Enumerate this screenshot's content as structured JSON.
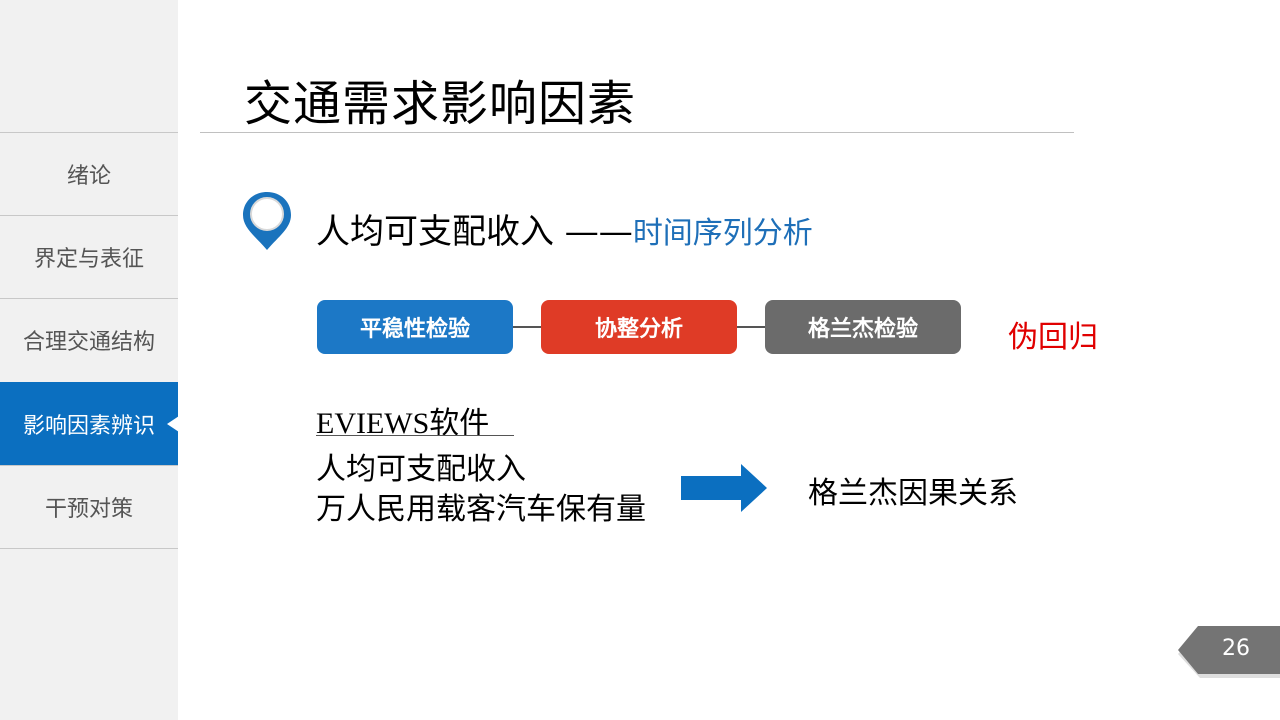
{
  "sidebar": {
    "items": [
      {
        "label": "绪论",
        "active": false
      },
      {
        "label": "界定与表征",
        "active": false
      },
      {
        "label": "合理交通结构",
        "active": false
      },
      {
        "label": "影响因素辨识",
        "active": true
      },
      {
        "label": "干预对策",
        "active": false
      }
    ]
  },
  "slide": {
    "title": "交通需求影响因素",
    "subtitle_main": "人均可支配收入 ——",
    "subtitle_accent": "时间序列分析",
    "steps": [
      {
        "label": "平稳性检验",
        "color": "#1c78c6"
      },
      {
        "label": "协整分析",
        "color": "#df3b26"
      },
      {
        "label": "格兰杰检验",
        "color": "#6b6b6b"
      }
    ],
    "warning": "伪回归",
    "warning_color": "#e00000",
    "software": "EVIEWS软件",
    "variables": [
      "人均可支配收入",
      "万人民用载客汽车保有量"
    ],
    "arrow_icon": "right-arrow-icon",
    "arrow_color": "#0b6fc0",
    "result": "格兰杰因果关系",
    "page_number": "26"
  }
}
